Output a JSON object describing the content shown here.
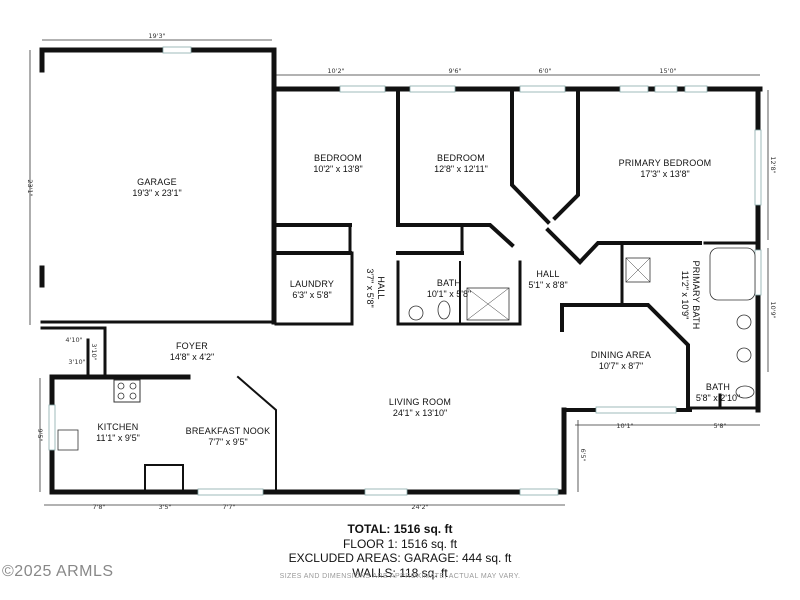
{
  "rooms": {
    "garage": {
      "name": "GARAGE",
      "dims": "19'3\" x 23'1\""
    },
    "bedroom1": {
      "name": "BEDROOM",
      "dims": "10'2\" x 13'8\""
    },
    "bedroom2": {
      "name": "BEDROOM",
      "dims": "12'8\" x 12'11\""
    },
    "primary_bedroom": {
      "name": "PRIMARY BEDROOM",
      "dims": "17'3\" x 13'8\""
    },
    "laundry": {
      "name": "LAUNDRY",
      "dims": "6'3\" x 5'8\""
    },
    "hall1": {
      "name": "HALL",
      "dims": "3'7\" x 5'8\""
    },
    "bath1": {
      "name": "BATH",
      "dims": "10'1\" x 5'8\""
    },
    "hall2": {
      "name": "HALL",
      "dims": "5'1\" x 8'8\""
    },
    "primary_bath": {
      "name": "PRIMARY BATH",
      "dims": "11'2\" x 10'9\""
    },
    "foyer": {
      "name": "FOYER",
      "dims": "14'8\" x 4'2\""
    },
    "dining": {
      "name": "DINING AREA",
      "dims": "10'7\" x 8'7\""
    },
    "kitchen": {
      "name": "KITCHEN",
      "dims": "11'1\" x 9'5\""
    },
    "breakfast": {
      "name": "BREAKFAST NOOK",
      "dims": "7'7\" x 9'5\""
    },
    "living": {
      "name": "LIVING ROOM",
      "dims": "24'1\" x 13'10\""
    },
    "bath2": {
      "name": "BATH",
      "dims": "5'8\" x 2'10\""
    }
  },
  "dimensions": {
    "garage_top": "19'3\"",
    "garage_left": "23'1\"",
    "bed1_top": "10'2\"",
    "bed2_top": "9'6\"",
    "hall_top": "6'0\"",
    "primary_top": "15'0\"",
    "primary_right": "12'8\"",
    "pbath_right": "10'9\"",
    "foyer_left_a": "4'10\"",
    "foyer_left_b": "3'10\"",
    "foyer_left_c": "3'10\"",
    "kitchen_left": "9'5\"",
    "dining_bottom": "10'1\"",
    "bath2_bottom": "5'8\"",
    "living_right": "6'5\"",
    "bottom_kitchen": "7'8\"",
    "bottom_mid": "3'5\"",
    "bottom_nook": "7'7\"",
    "bottom_living": "24'2\""
  },
  "totals": {
    "total": "TOTAL: 1516 sq. ft",
    "floor1": "FLOOR 1: 1516 sq. ft",
    "excluded": "EXCLUDED AREAS: GARAGE: 444 sq. ft",
    "walls": "WALLS: 118 sq. ft"
  },
  "disclaimer": "SIZES AND DIMENSIONS ARE APPROXIMATE, ACTUAL MAY VARY.",
  "watermark": "©2025 ARMLS",
  "colors": {
    "wall": "#111111",
    "window": "#88aaaa",
    "text": "#111111"
  }
}
